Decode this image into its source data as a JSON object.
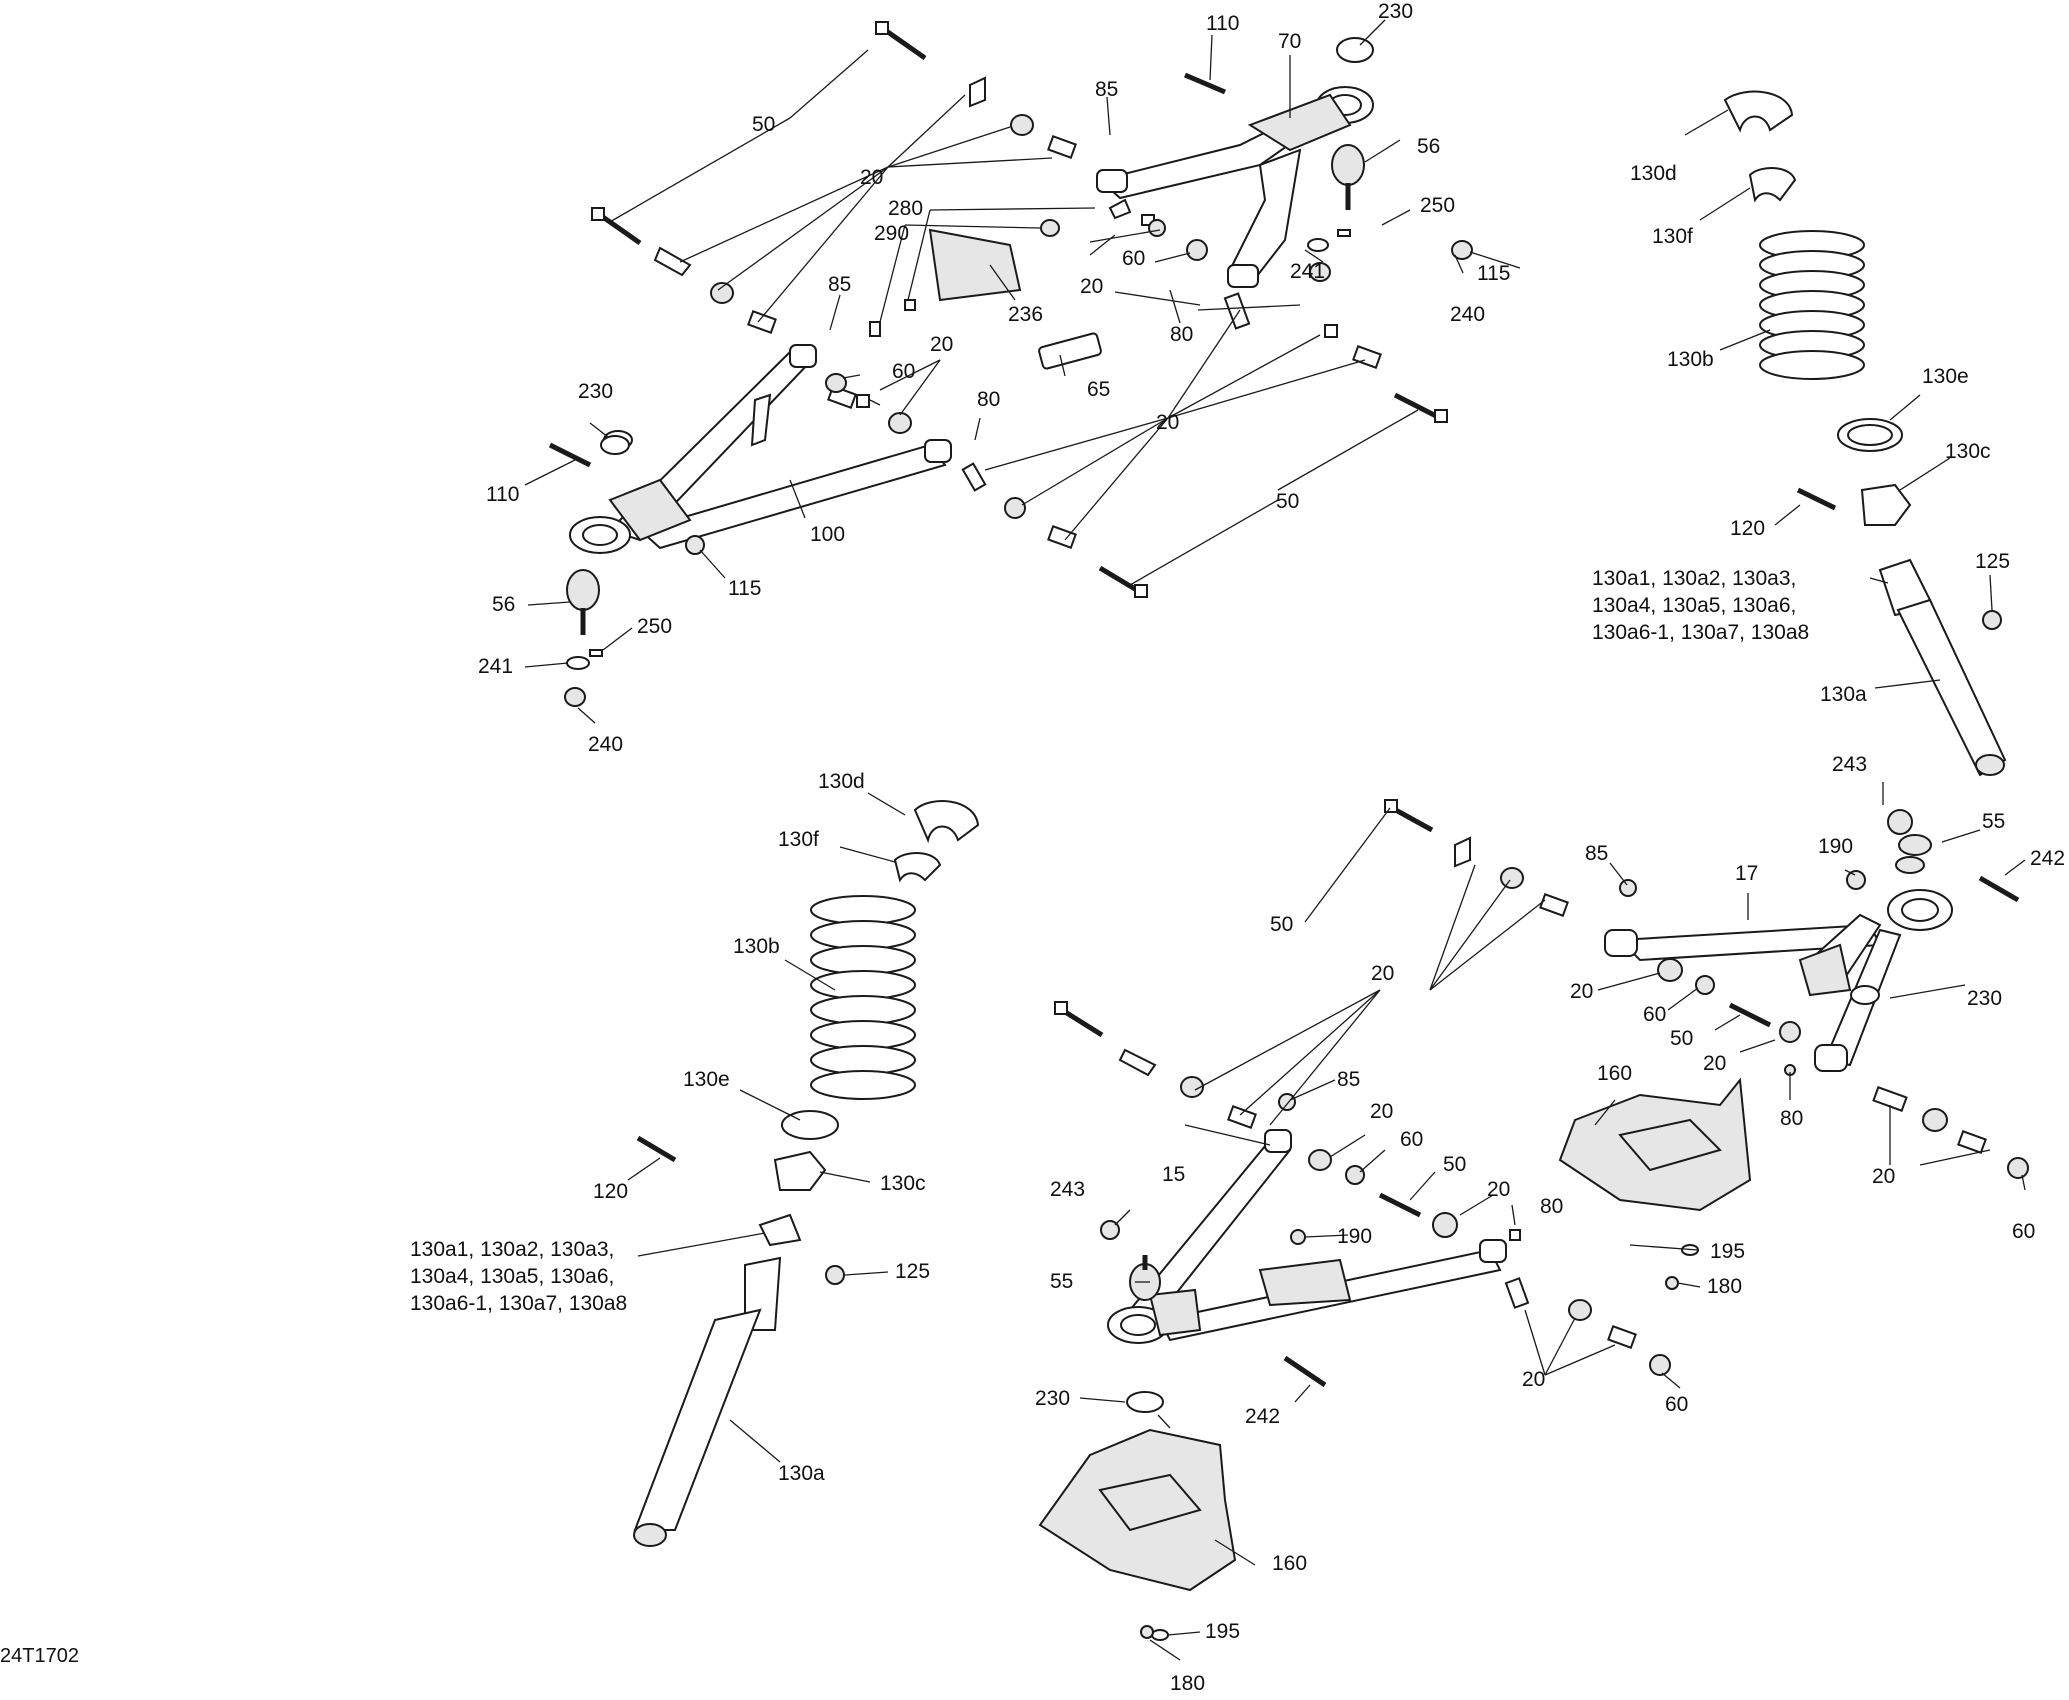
{
  "diagram": {
    "figure_id": "24T1702",
    "callouts": {
      "c50_a": "50",
      "c20_a": "20",
      "c110_a": "110",
      "c70": "70",
      "c230_a": "230",
      "c85_a": "85",
      "c56_a": "56",
      "c280": "280",
      "c290": "290",
      "c250_a": "250",
      "c20_b": "20",
      "c60_a": "60",
      "c241_a": "241",
      "c115_a": "115",
      "c236": "236",
      "c240_a": "240",
      "c85_b": "85",
      "c80_a": "80",
      "c65": "65",
      "c20_c": "20",
      "c60_b": "60",
      "c230_b": "230",
      "c80_b": "80",
      "c20_d": "20",
      "c110_b": "110",
      "c100": "100",
      "c50_b": "50",
      "c115_b": "115",
      "c56_b": "56",
      "c250_b": "250",
      "c241_b": "241",
      "c240_b": "240",
      "c130d_a": "130d",
      "c130f_a": "130f",
      "c130b_a": "130b",
      "c130e_a": "130e",
      "c130c_a": "130c",
      "c120_a": "120",
      "c125_a": "125",
      "c130a_list_a": "130a1, 130a2, 130a3,\n130a4, 130a5, 130a6,\n130a6-1, 130a7, 130a8",
      "c130a_a": "130a",
      "c243_a": "243",
      "c55_a": "55",
      "c242_a": "242",
      "c85_c": "85",
      "c17": "17",
      "c190_a": "190",
      "c50_c": "50",
      "c20_e": "20",
      "c230_c": "230",
      "c20_f": "20",
      "c60_c": "60",
      "c50_d": "50",
      "c20_g": "20",
      "c160_a": "160",
      "c80_c": "80",
      "c20_h": "20",
      "c60_d": "60",
      "c85_d": "85",
      "c20_i": "20",
      "c60_e": "60",
      "c50_e": "50",
      "c15": "15",
      "c20_j": "20",
      "c80_d": "80",
      "c243_b": "243",
      "c190_b": "190",
      "c195_a": "195",
      "c55_b": "55",
      "c180_a": "180",
      "c230_d": "230",
      "c242_b": "242",
      "c20_k": "20",
      "c60_f": "60",
      "c130d_b": "130d",
      "c130f_b": "130f",
      "c130b_b": "130b",
      "c130e_b": "130e",
      "c130c_b": "130c",
      "c120_b": "120",
      "c125_b": "125",
      "c130a_list_b": "130a1, 130a2, 130a3,\n130a4, 130a5, 130a6,\n130a6-1, 130a7, 130a8",
      "c130a_b": "130a",
      "c160_b": "160",
      "c195_b": "195",
      "c180_b": "180"
    }
  }
}
